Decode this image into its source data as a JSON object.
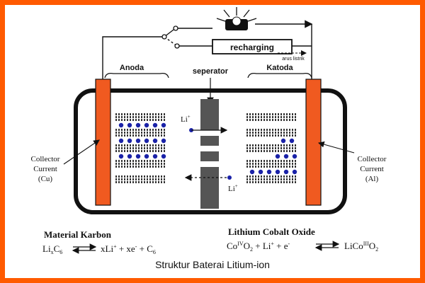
{
  "labels": {
    "recharging": "recharging",
    "arus_listrik": "arus listrik",
    "anoda": "Anoda",
    "katoda": "Katoda",
    "separator": "seperator",
    "li_ion_top": "Li",
    "li_ion_bottom": "Li",
    "plus": "+",
    "collector_left": [
      "Collector",
      "Current",
      "(Cu)"
    ],
    "collector_right": [
      "Collector",
      "Current",
      "(Al)"
    ]
  },
  "equations": {
    "left": {
      "title": "Material Karbon",
      "reactant": "LixC6",
      "products": "xLi+ + xe- + C6"
    },
    "right": {
      "title": "Lithium Cobalt Oxide",
      "reactant": "CoIVO2 + Li+ + e-",
      "product": "LiCoIIIO2"
    }
  },
  "caption": "Struktur Baterai Litium-ion",
  "colors": {
    "frame": "#ff5a00",
    "electrode": "#f05a20",
    "ion_dots": "#1a22a8",
    "separator": "#555555"
  },
  "icons": [
    "light-bulb-icon",
    "switch-icon"
  ]
}
